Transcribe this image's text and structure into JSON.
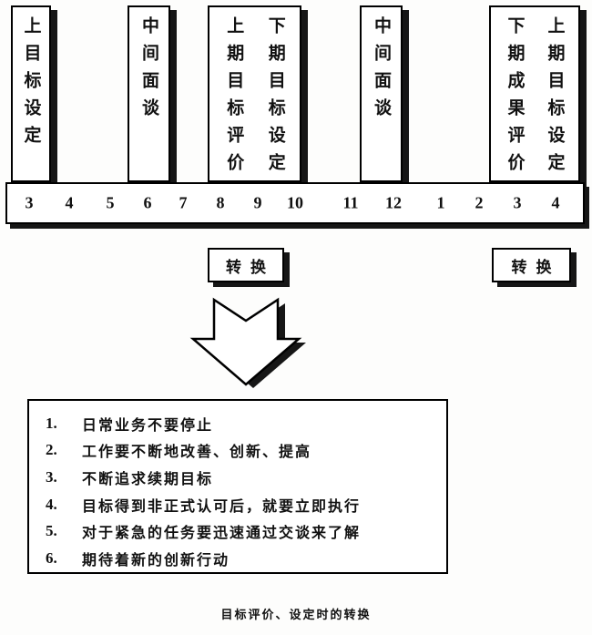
{
  "timeline": {
    "numbers": [
      "3",
      "4",
      "5",
      "6",
      "7",
      "8",
      "9",
      "10",
      "11",
      "12",
      "1",
      "2",
      "3",
      "4"
    ],
    "milestones": [
      {
        "columns": [
          "上目标设定"
        ]
      },
      {
        "columns": [
          "中间面谈"
        ]
      },
      {
        "columns": [
          "上期目标评价",
          "下期目标设定"
        ]
      },
      {
        "columns": [
          "中间面谈"
        ]
      },
      {
        "columns": [
          "下期成果评价",
          "上期目标设定"
        ]
      }
    ]
  },
  "transform_labels": {
    "left": "转换",
    "right": "转换"
  },
  "notes": {
    "items": [
      {
        "num": "1.",
        "text": "日常业务不要停止"
      },
      {
        "num": "2.",
        "text": "工作要不断地改善、创新、提高"
      },
      {
        "num": "3.",
        "text": "不断追求续期目标"
      },
      {
        "num": "4.",
        "text": "目标得到非正式认可后，就要立即执行"
      },
      {
        "num": "5.",
        "text": "对于紧急的任务要迅速通过交谈来了解"
      },
      {
        "num": "6.",
        "text": "期待着新的创新行动"
      }
    ]
  },
  "page": {
    "caption": "目标评价、设定时的转换"
  },
  "colors": {
    "ink": "#111111",
    "shadow": "#161616",
    "paper": "#fdfdfc"
  }
}
